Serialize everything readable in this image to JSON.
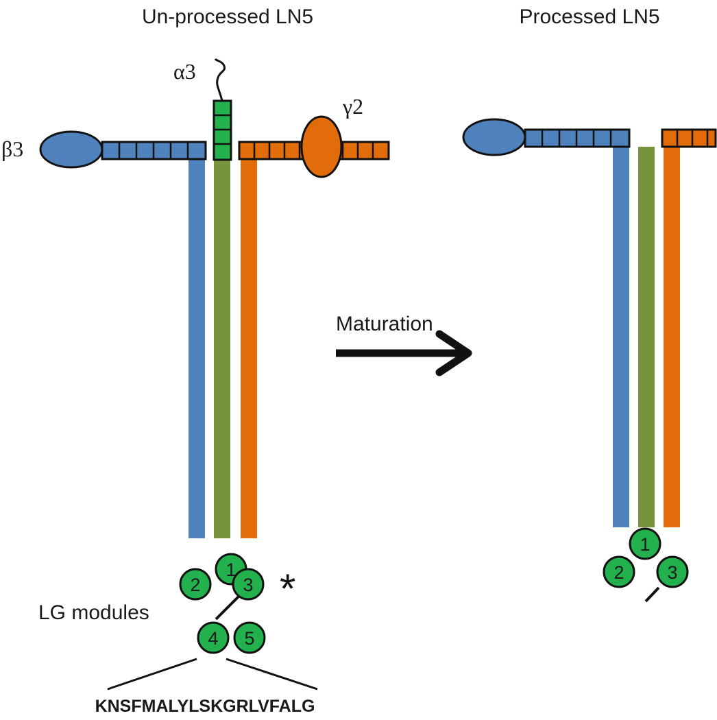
{
  "titles": {
    "left": "Un-processed LN5",
    "right": "Processed LN5"
  },
  "chain_labels": {
    "alpha3": "α3",
    "beta3": "β3",
    "gamma2": "γ2"
  },
  "arrow_label": "Maturation",
  "asterisk": "*",
  "lg_label": "LG modules",
  "sequence": "KNSFMALYLSKGRLVFALG",
  "lg_unprocessed": [
    "1",
    "2",
    "3",
    "4",
    "5"
  ],
  "lg_processed": [
    "1",
    "2",
    "3"
  ],
  "colors": {
    "beta": "#4f81bd",
    "alpha": "#22b14c",
    "alpha_rod": "#77933c",
    "gamma": "#e36c0a",
    "outline": "#111111"
  }
}
